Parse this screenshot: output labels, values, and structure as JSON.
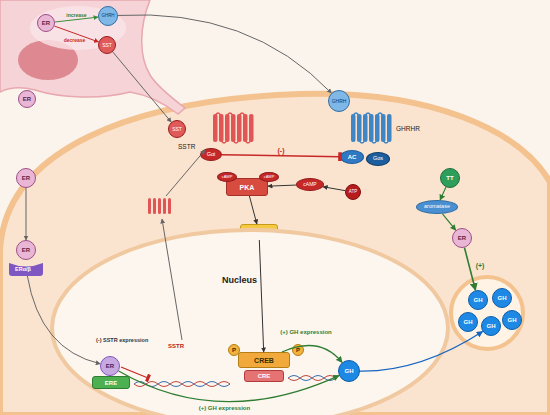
{
  "diagram": {
    "nodes": [
      {
        "text": [
          "ER"
        ]
      },
      {
        "text": [
          "GHRH"
        ]
      },
      {
        "text": [
          "SST"
        ]
      },
      {
        "text": [
          "ER"
        ]
      },
      {
        "text": [
          "SST"
        ]
      },
      {
        "text": [
          "SSTR"
        ]
      },
      {
        "text": [
          "Gαi"
        ],
        "in": 5
      },
      {
        "text": [
          "GHRH"
        ]
      },
      {
        "text": [
          "GHRHR"
        ]
      },
      {
        "text": [
          "AC"
        ]
      },
      {
        "text": [
          "Gαs"
        ]
      },
      {
        "text": [
          "ATP"
        ]
      },
      {
        "text": [
          "cAMP"
        ]
      },
      {
        "text": [
          "PKA"
        ]
      },
      {
        "text": [
          "cAMP"
        ],
        "in": 13
      },
      {
        "text": [
          "cAMP"
        ],
        "in": 13
      },
      {
        "text": [
          "CREB"
        ]
      },
      {
        "text": [
          "TT"
        ]
      },
      {
        "text": [
          "aromatase"
        ]
      },
      {
        "text": [
          "ER"
        ]
      },
      {
        "text": [
          "GH"
        ]
      },
      {
        "text": [
          "GH"
        ]
      },
      {
        "text": [
          "GH"
        ]
      },
      {
        "text": [
          "GH"
        ]
      },
      {
        "text": [
          "GH"
        ]
      },
      {
        "text": [
          "ER"
        ]
      },
      {
        "text": [
          "ER"
        ]
      },
      {
        "text": [
          "ERα/β"
        ]
      },
      {
        "text": [
          "Nucleus"
        ]
      },
      {
        "text": [
          "ER"
        ],
        "in": 28
      },
      {
        "text": [
          "ERE"
        ],
        "in": 28
      },
      {
        "text": [
          "P"
        ],
        "in": 28
      },
      {
        "text": [
          "CREB"
        ],
        "in": 28
      },
      {
        "text": [
          "P"
        ],
        "in": 28
      },
      {
        "text": [
          "CRE"
        ],
        "in": 28
      },
      {
        "text": [
          "GH"
        ],
        "in": 28
      }
    ],
    "edges": [
      {
        "from": 0,
        "to": 1,
        "label": "increase",
        "arrow": "to"
      },
      {
        "from": 0,
        "to": 2,
        "label": "decrease",
        "arrow": "to"
      },
      {
        "from": 2,
        "to": 4,
        "arrow": "to"
      },
      {
        "from": 1,
        "to": 7,
        "arrow": "to"
      },
      {
        "from": 25,
        "to": 26,
        "arrow": "to"
      },
      {
        "from": 27,
        "to": 29,
        "arrow": "to"
      },
      {
        "from": 6,
        "to": 9,
        "label": "(-)",
        "arrow": "to"
      },
      {
        "from": 11,
        "to": 12,
        "arrow": "to"
      },
      {
        "from": 12,
        "to": 13,
        "arrow": "to"
      },
      {
        "from": 13,
        "to": 16,
        "arrow": "to"
      },
      {
        "from": 16,
        "to": 32,
        "arrow": "to"
      },
      {
        "from": 17,
        "to": 18,
        "arrow": "to"
      },
      {
        "from": 18,
        "to": 19,
        "arrow": "to"
      },
      {
        "from": 19,
        "to": 20,
        "label": "(+)",
        "arrow": "to"
      },
      {
        "from": 32,
        "to": 35,
        "label": "(+) GH expression",
        "arrow": "to"
      },
      {
        "from": 29,
        "to": 35,
        "label": "(+) GH expression",
        "arrow": "to"
      },
      {
        "from": 35,
        "to": 23,
        "arrow": "to"
      }
    ],
    "labels": [
      "(-) SSTR expression",
      "SSTR"
    ]
  }
}
